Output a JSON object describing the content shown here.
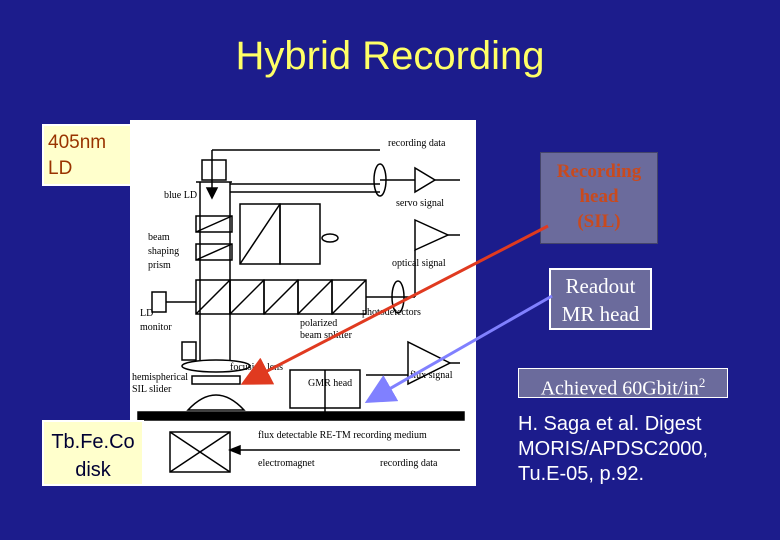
{
  "title": "Hybrid Recording",
  "callouts": {
    "ld_line1": "405nm",
    "ld_line2": "LD",
    "disk_line1": "Tb.Fe.Co",
    "disk_line2": "disk"
  },
  "boxes": {
    "recording_line1": "Recording",
    "recording_line2": "head",
    "recording_line3": "(SIL)",
    "readout_line1": "Readout",
    "readout_line2": "MR head",
    "achieved_text": "Achieved 60Gbit/in",
    "achieved_sup": "2"
  },
  "reference": {
    "line1": "H. Saga et al. Digest",
    "line2": "MORIS/APDSC2000,",
    "line3": "Tu.E-05, p.92."
  },
  "diagram_labels": {
    "recording_data_top": "recording data",
    "blue_ld": "blue LD",
    "servo_signal": "servo signal",
    "beam_shaping_prism_1": "beam",
    "beam_shaping_prism_2": "shaping",
    "beam_shaping_prism_3": "prism",
    "optical_signal": "optical signal",
    "photodetectors": "photodetectors",
    "ld_monitor_1": "LD",
    "ld_monitor_2": "monitor",
    "polarized_1": "polarized",
    "polarized_2": "beam splitter",
    "focusing_lens": "focusing lens",
    "hemispherical_1": "hemispherical",
    "hemispherical_2": "SIL slider",
    "gmr_head": "GMR head",
    "flux_signal": "flux signal",
    "medium": "flux detectable RE-TM recording medium",
    "electromagnet": "electromagnet",
    "recording_data_bottom": "recording data"
  },
  "colors": {
    "background": "#1c1c8c",
    "title": "#ffff66",
    "callout_bg": "#ffffcc",
    "box_bg": "#6b6b9c",
    "recording_text": "#c84a1e",
    "arrow_red": "#e03a20",
    "arrow_blue": "#8080ff"
  }
}
